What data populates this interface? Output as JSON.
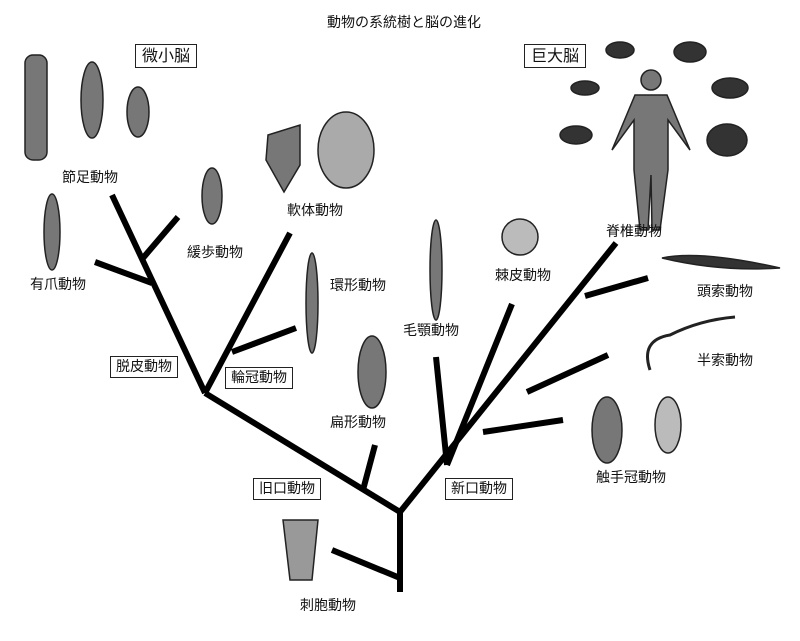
{
  "title": "動物の系統樹と脳の進化",
  "brain_types": {
    "micro": "微小脳",
    "giant": "巨大脳"
  },
  "clades": {
    "ecdysozoa": "脱皮動物",
    "lophotrochozoa": "輪冠動物",
    "protostomia": "旧口動物",
    "deuterostomia": "新口動物"
  },
  "taxa": {
    "arthropoda": "節足動物",
    "onychophora": "有爪動物",
    "tardigrada": "緩歩動物",
    "mollusca": "軟体動物",
    "annelida": "環形動物",
    "platyhelminthes": "扁形動物",
    "chaetognatha": "毛顎動物",
    "echinodermata": "棘皮動物",
    "vertebrata": "脊椎動物",
    "cephalochordata": "頭索動物",
    "hemichordata": "半索動物",
    "lophophorata": "触手冠動物",
    "cnidaria": "刺胞動物"
  }
}
